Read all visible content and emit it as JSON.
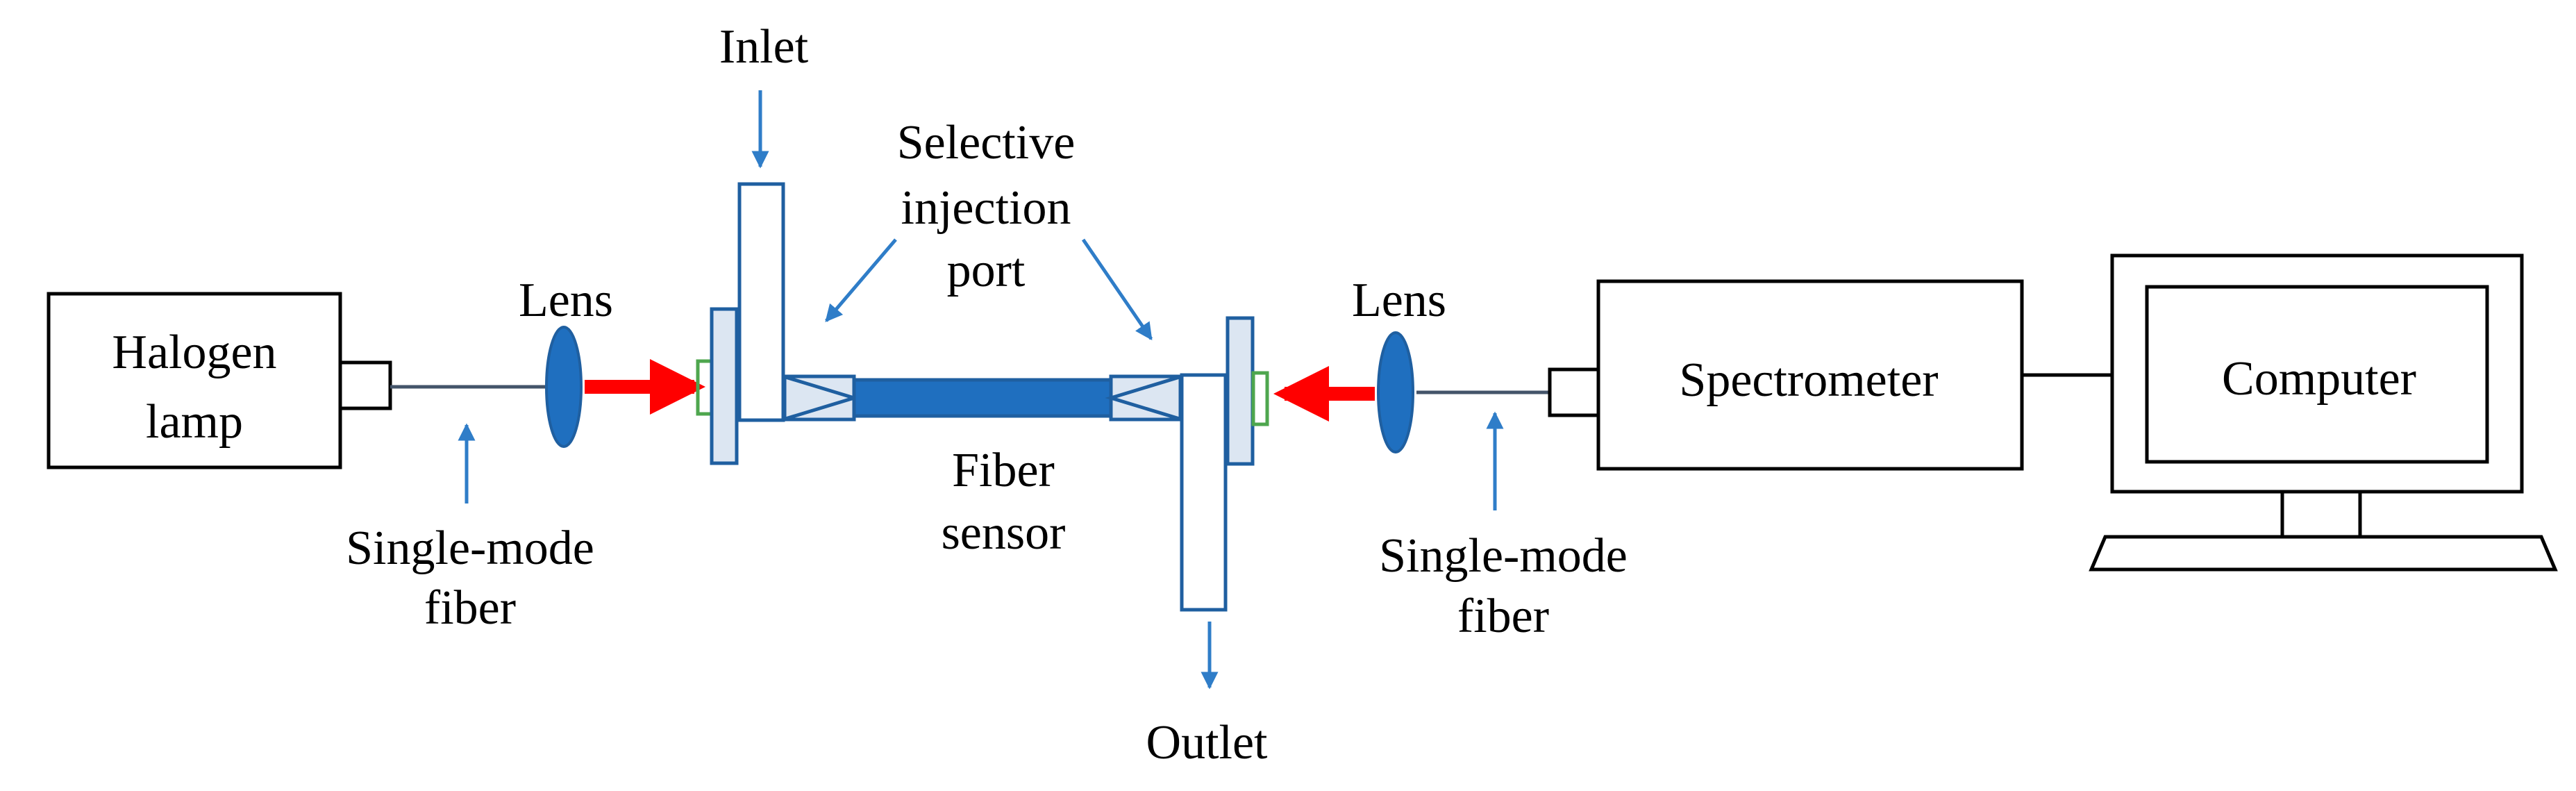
{
  "labels": {
    "halogen_lamp": [
      "Halogen",
      "lamp"
    ],
    "lens_left": "Lens",
    "lens_right": "Lens",
    "inlet": "Inlet",
    "outlet": "Outlet",
    "selective_injection_port": [
      "Selective",
      "injection",
      "port"
    ],
    "fiber_sensor": [
      "Fiber",
      "sensor"
    ],
    "single_mode_fiber_left": [
      "Single-mode",
      "fiber"
    ],
    "single_mode_fiber_right": [
      "Single-mode",
      "fiber"
    ],
    "spectrometer": "Spectrometer",
    "computer": "Computer"
  },
  "colors": {
    "blue_dark": "#1f5fa0",
    "blue_fill": "#1f6fbf",
    "blue_light_fill": "#dce6f2",
    "arrow_blue": "#2f7dc8",
    "light_red": "#ff0000",
    "connector_green": "#4ea64e",
    "line_black": "#000000",
    "fiber_gray": "#44546a"
  }
}
